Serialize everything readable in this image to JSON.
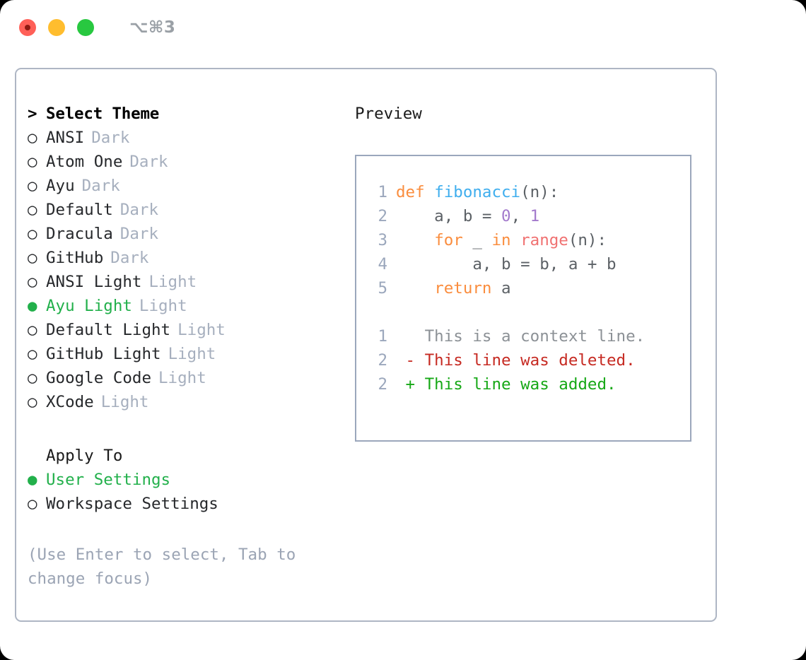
{
  "window": {
    "shortcut": "⌥⌘3",
    "traffic_lights": [
      {
        "name": "close",
        "color": "#FF6058"
      },
      {
        "name": "minimize",
        "color": "#FFBD2E"
      },
      {
        "name": "maximize",
        "color": "#28C840"
      }
    ]
  },
  "theme_list": {
    "header": "Select Theme",
    "header_marker": ">",
    "marker_unselected": "○",
    "marker_selected": "●",
    "items": [
      {
        "name": "ANSI",
        "kind": "Dark",
        "selected": false
      },
      {
        "name": "Atom One",
        "kind": "Dark",
        "selected": false
      },
      {
        "name": "Ayu",
        "kind": "Dark",
        "selected": false
      },
      {
        "name": "Default",
        "kind": "Dark",
        "selected": false
      },
      {
        "name": "Dracula",
        "kind": "Dark",
        "selected": false
      },
      {
        "name": "GitHub",
        "kind": "Dark",
        "selected": false
      },
      {
        "name": "ANSI Light",
        "kind": "Light",
        "selected": false
      },
      {
        "name": "Ayu Light",
        "kind": "Light",
        "selected": true
      },
      {
        "name": "Default Light",
        "kind": "Light",
        "selected": false
      },
      {
        "name": "GitHub Light",
        "kind": "Light",
        "selected": false
      },
      {
        "name": "Google Code",
        "kind": "Light",
        "selected": false
      },
      {
        "name": "XCode",
        "kind": "Light",
        "selected": false
      }
    ]
  },
  "apply_to": {
    "header": "Apply To",
    "options": [
      {
        "label": "User Settings",
        "selected": true
      },
      {
        "label": "Workspace Settings",
        "selected": false
      }
    ]
  },
  "help": {
    "text": "(Use Enter to select, Tab to change focus)"
  },
  "preview": {
    "title": "Preview",
    "code_lines": [
      {
        "no": "1",
        "tokens": [
          {
            "t": "def ",
            "c": "kw"
          },
          {
            "t": "fibonacci",
            "c": "fn"
          },
          {
            "t": "(n):",
            "c": "plain"
          }
        ]
      },
      {
        "no": "2",
        "tokens": [
          {
            "t": "    a, b = ",
            "c": "plain"
          },
          {
            "t": "0",
            "c": "num"
          },
          {
            "t": ", ",
            "c": "plain"
          },
          {
            "t": "1",
            "c": "num"
          }
        ]
      },
      {
        "no": "3",
        "tokens": [
          {
            "t": "    ",
            "c": "plain"
          },
          {
            "t": "for",
            "c": "kw"
          },
          {
            "t": " _ ",
            "c": "plain"
          },
          {
            "t": "in",
            "c": "kw"
          },
          {
            "t": " ",
            "c": "plain"
          },
          {
            "t": "range",
            "c": "builtin"
          },
          {
            "t": "(n):",
            "c": "plain"
          }
        ]
      },
      {
        "no": "4",
        "tokens": [
          {
            "t": "        a, b = b, a + b",
            "c": "plain"
          }
        ]
      },
      {
        "no": "5",
        "tokens": [
          {
            "t": "    ",
            "c": "plain"
          },
          {
            "t": "return",
            "c": "kw"
          },
          {
            "t": " a",
            "c": "plain"
          }
        ]
      }
    ],
    "diff_lines": [
      {
        "no": "1",
        "sign": " ",
        "text": " This is a context line.",
        "kind": "ctx"
      },
      {
        "no": "2",
        "sign": "-",
        "text": " This line was deleted.",
        "kind": "del"
      },
      {
        "no": "2",
        "sign": "+",
        "text": " This line was added.",
        "kind": "add"
      }
    ]
  },
  "colors": {
    "accent_green": "#22B04B",
    "muted": "#A6AFBE",
    "keyword": "#FA8D3E",
    "function": "#3FAEEE",
    "builtin": "#F07171",
    "number": "#A37ACC",
    "plain": "#5C6166",
    "diff_add": "#16A816",
    "diff_del": "#C62A22",
    "border": "#AEB6C4"
  }
}
